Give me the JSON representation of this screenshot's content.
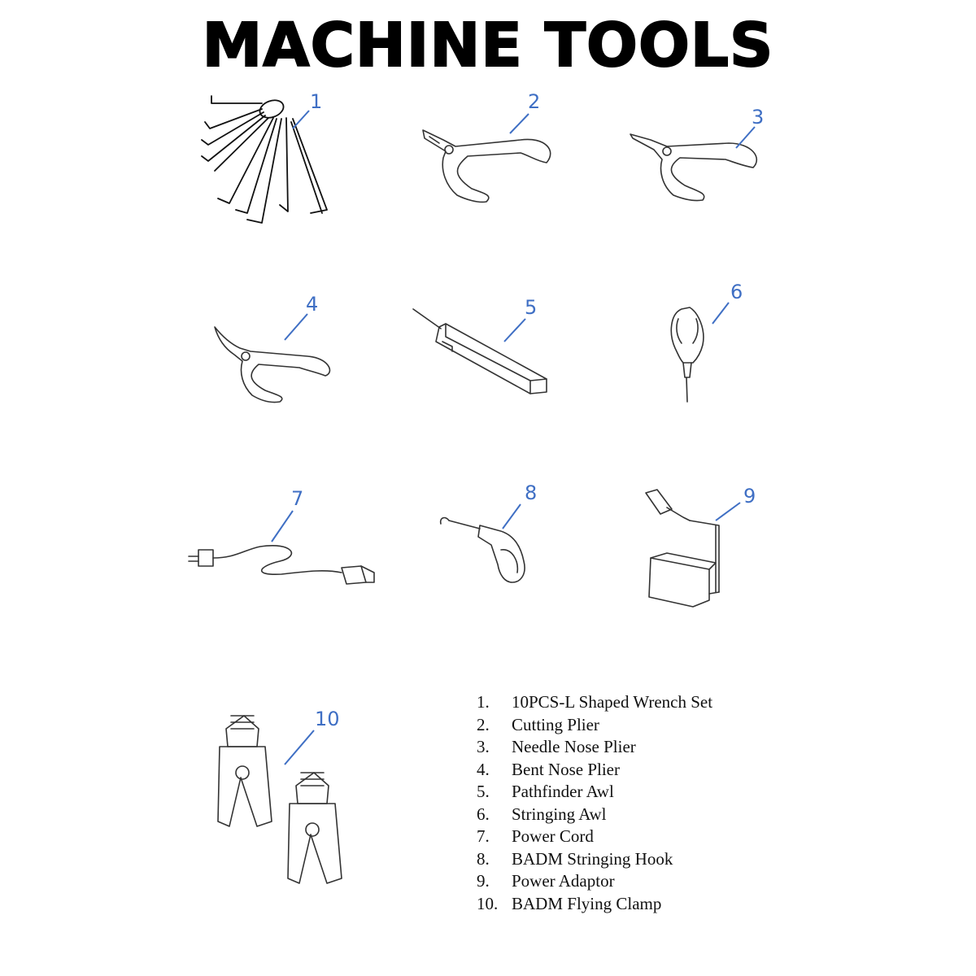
{
  "title": "MACHINE TOOLS",
  "callouts": [
    "1",
    "2",
    "3",
    "4",
    "5",
    "6",
    "7",
    "8",
    "9",
    "10"
  ],
  "legend": [
    {
      "n": "1.",
      "label": "10PCS-L Shaped Wrench Set"
    },
    {
      "n": "2.",
      "label": "Cutting Plier"
    },
    {
      "n": "3.",
      "label": "Needle Nose Plier"
    },
    {
      "n": "4.",
      "label": "Bent Nose Plier"
    },
    {
      "n": "5.",
      "label": "Pathfinder Awl"
    },
    {
      "n": "6.",
      "label": "Stringing Awl"
    },
    {
      "n": "7.",
      "label": "Power Cord"
    },
    {
      "n": "8.",
      "label": "BADM Stringing Hook"
    },
    {
      "n": "9.",
      "label": "Power Adaptor"
    },
    {
      "n": "10.",
      "label": "BADM Flying Clamp"
    }
  ],
  "colors": {
    "callout": "#3f6fc4",
    "ink": "#000000"
  }
}
